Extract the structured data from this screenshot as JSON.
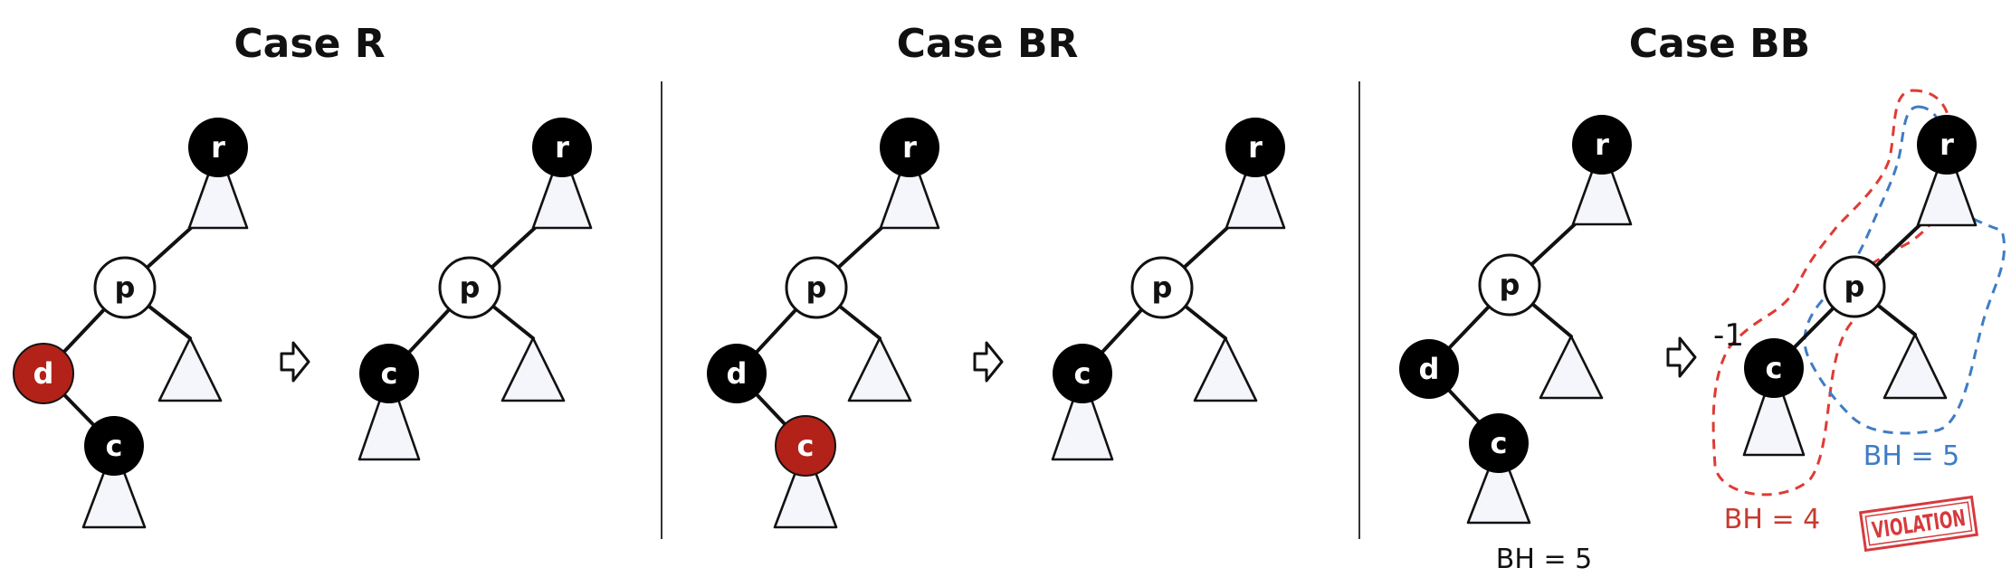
{
  "cases": [
    {
      "title": "Case R",
      "before": {
        "r": "r",
        "p": "p",
        "d": "d",
        "c": "c"
      },
      "after": {
        "r": "r",
        "p": "p",
        "c": "c"
      }
    },
    {
      "title": "Case BR",
      "before": {
        "r": "r",
        "p": "p",
        "d": "d",
        "c": "c"
      },
      "after": {
        "r": "r",
        "p": "p",
        "c": "c"
      }
    },
    {
      "title": "Case BB",
      "before": {
        "r": "r",
        "p": "p",
        "d": "d",
        "c": "c"
      },
      "after": {
        "r": "r",
        "p": "p",
        "c": "c"
      },
      "bh_before": "BH = 5",
      "delta": "-1",
      "bh_red": "BH = 4",
      "bh_blue": "BH = 5",
      "stamp": "VIOLATION"
    }
  ],
  "colors": {
    "black_node": "#000000",
    "red_node": "#b22218",
    "white_node": "#ffffff",
    "red_annotation": "#c83a2f",
    "blue_annotation": "#3f7cc4",
    "stamp": "#d63a3d"
  }
}
